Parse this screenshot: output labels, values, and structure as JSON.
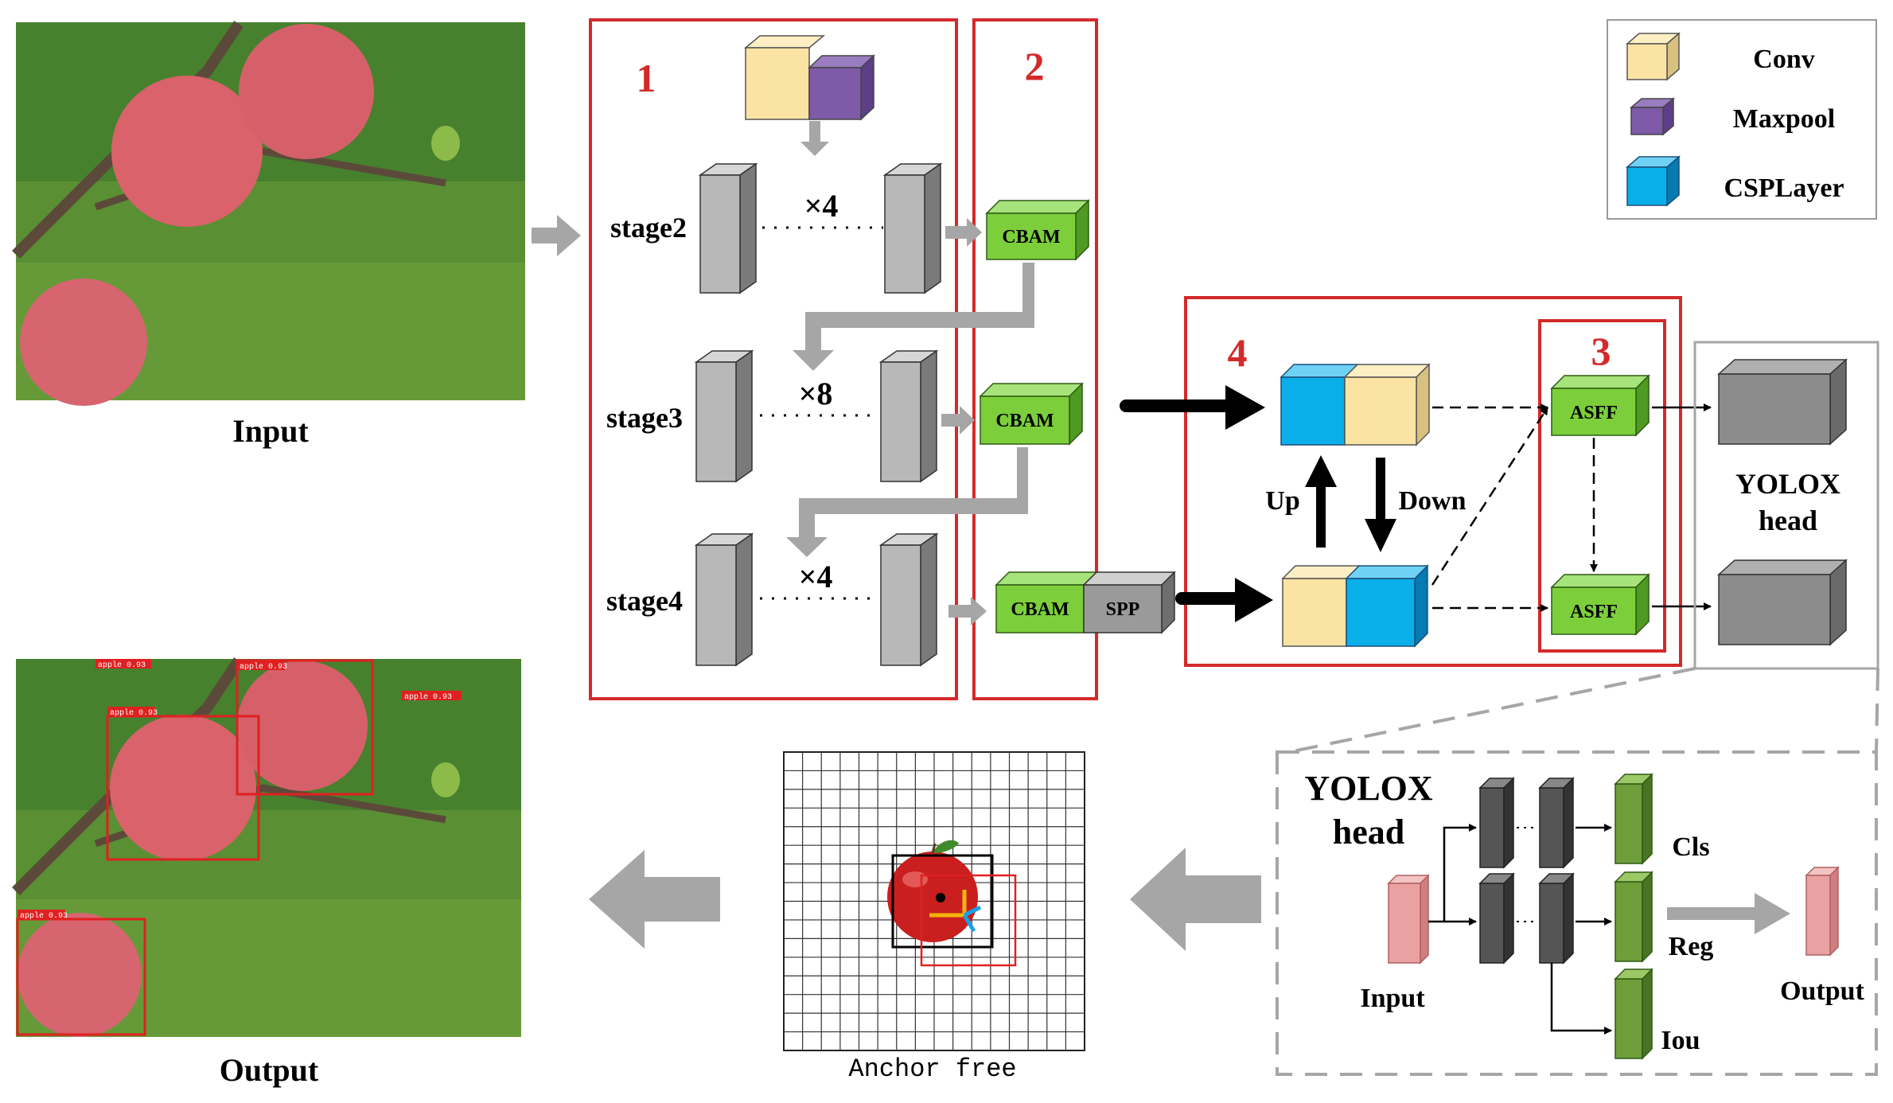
{
  "input_label": "Input",
  "output_label": "Output",
  "sections": [
    "1",
    "2",
    "3",
    "4"
  ],
  "stages": [
    {
      "label": "stage2",
      "repeat": "×4"
    },
    {
      "label": "stage3",
      "repeat": "×8"
    },
    {
      "label": "stage4",
      "repeat": "×4"
    }
  ],
  "modules": {
    "cbam": "CBAM",
    "spp": "SPP",
    "asff": "ASFF"
  },
  "neck": {
    "up": "Up",
    "down": "Down"
  },
  "head": {
    "title_line1": "YOLOX",
    "title_line2": "head"
  },
  "head_detail": {
    "title_line1": "YOLOX",
    "title_line2": "head",
    "input": "Input",
    "output": "Output",
    "branches": [
      "Cls",
      "Reg",
      "Iou"
    ]
  },
  "anchor_label": "Anchor free",
  "legend": [
    {
      "label": "Conv",
      "color": "#fbe3a3"
    },
    {
      "label": "Maxpool",
      "color": "#7f5aa8"
    },
    {
      "label": "CSPLayer",
      "color": "#0aaee8"
    }
  ],
  "detection_tag": "apple 0.93",
  "colors": {
    "section_border": "#d42a2a",
    "cbam_green": "#7ccf3b",
    "block_gray": "#b8b8b8",
    "arrow_gray": "#a6a6a6",
    "grass": "#4f8f2c",
    "apple": "#d9626b",
    "head_block": "#8c8c8c",
    "branch_green": "#6f9d3a",
    "pink": "#eaa1a1"
  }
}
